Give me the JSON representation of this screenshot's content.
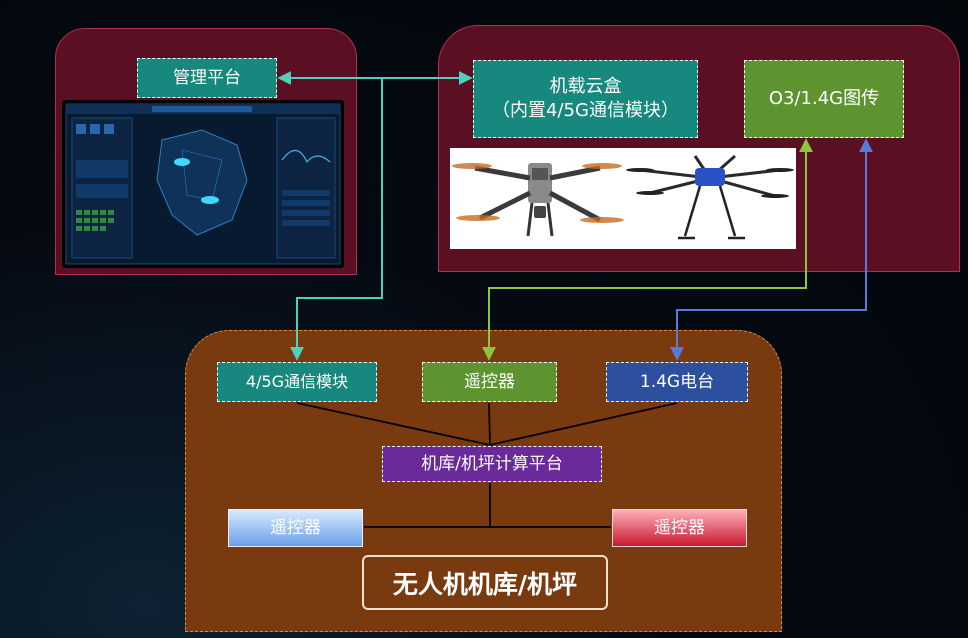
{
  "management": {
    "label": "管理平台"
  },
  "airborne": {
    "cloud_box_line1": "机载云盒",
    "cloud_box_line2": "（内置4/5G通信模块）",
    "o3_label": "O3/1.4G图传"
  },
  "hangar": {
    "comm_module": "4/5G通信模块",
    "remote_mid": "遥控器",
    "radio_14g": "1.4G电台",
    "compute_platform": "机库/机坪计算平台",
    "remote_left": "遥控器",
    "remote_right": "遥控器",
    "title": "无人机机库/机坪"
  },
  "colors": {
    "teal_link": "#4fd0bd",
    "green_link": "#8cc63f",
    "blue_link": "#5a7ad8"
  }
}
